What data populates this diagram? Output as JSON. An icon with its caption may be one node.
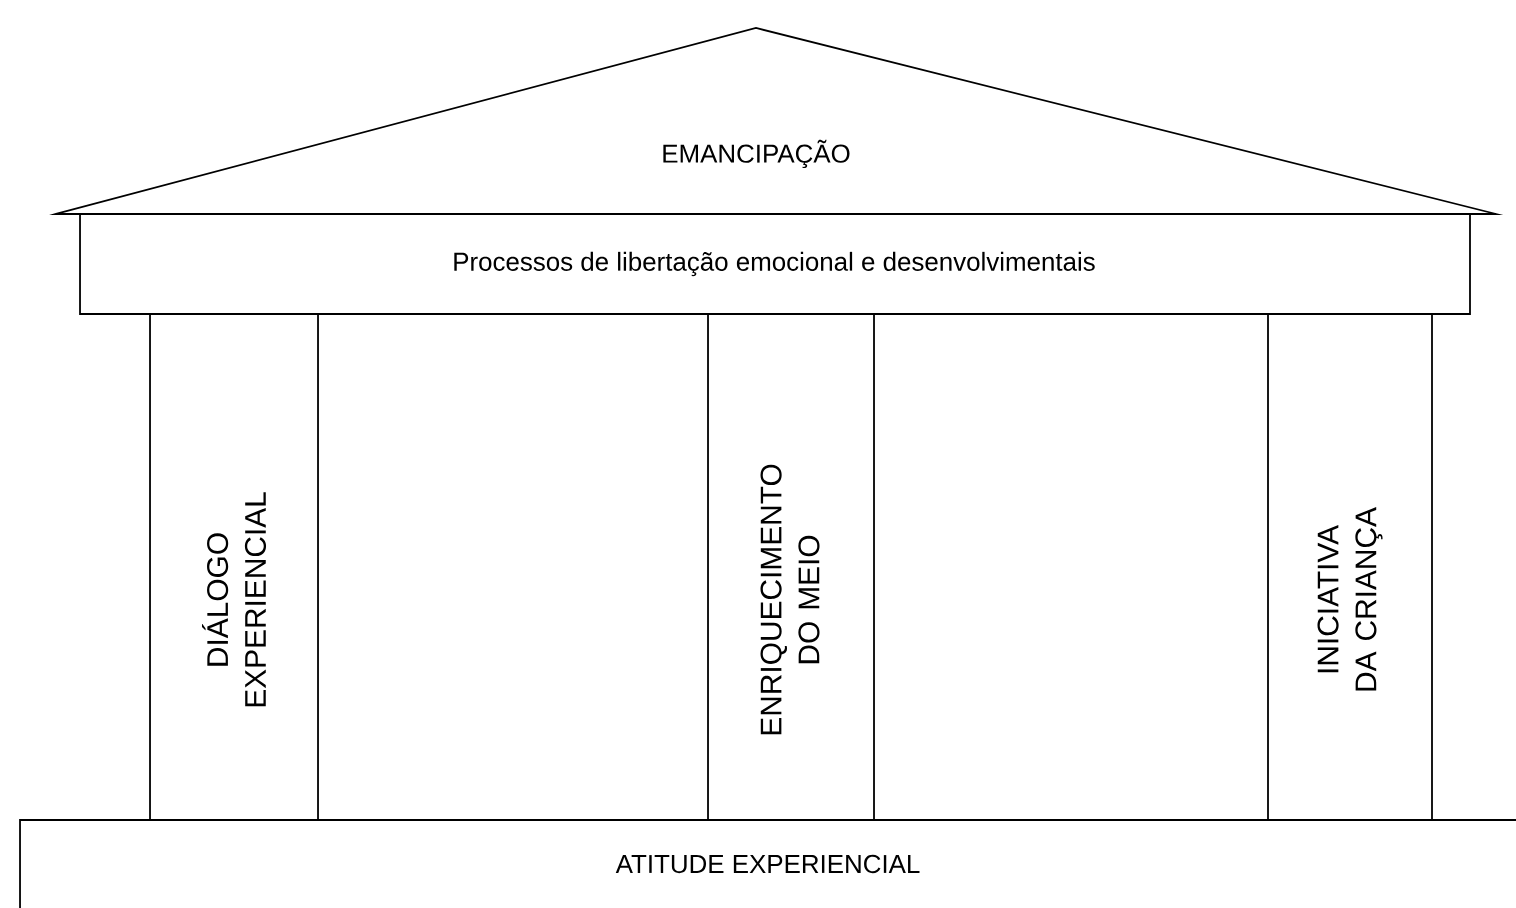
{
  "diagram": {
    "nodes": [
      {
        "text": [
          "EMANCIPAÇÃO"
        ]
      },
      {
        "text": [
          "Processos de libertação emocional e desenvolvimentais"
        ]
      },
      {
        "text": [
          "DIÁLOGO EXPERIENCIAL"
        ]
      },
      {
        "text": [
          "ENRIQUECIMENTO DO MEIO"
        ]
      },
      {
        "text": [
          "INICIATIVA DA CRIANÇA"
        ]
      },
      {
        "text": [
          "ATITUDE EXPERIENCIAL"
        ]
      }
    ]
  }
}
